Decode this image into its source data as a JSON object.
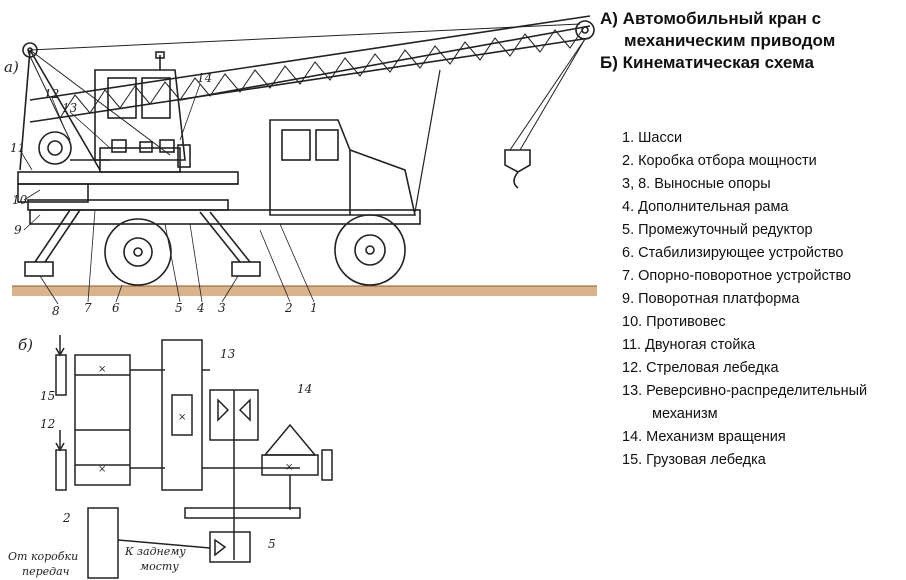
{
  "title": {
    "line1": "А) Автомобильный кран с",
    "line2": "механическим приводом",
    "line3": "Б) Кинематическая схема"
  },
  "legend": [
    {
      "num": "1.",
      "text": "Шасси"
    },
    {
      "num": "2.",
      "text": "Коробка отбора мощности"
    },
    {
      "num": "3, 8.",
      "text": "Выносные опоры"
    },
    {
      "num": "4.",
      "text": "Дополнительная рама"
    },
    {
      "num": "5.",
      "text": "Промежуточный редуктор"
    },
    {
      "num": "6.",
      "text": "Стабилизирующее устройство"
    },
    {
      "num": "7.",
      "text": "Опорно-поворотное устройство"
    },
    {
      "num": "9.",
      "text": "Поворотная платформа"
    },
    {
      "num": "10.",
      "text": "Противовес"
    },
    {
      "num": "11.",
      "text": "Двуногая стойка"
    },
    {
      "num": "12.",
      "text": "Стреловая лебедка"
    },
    {
      "num": "13.",
      "text": "Реверсивно-распределительный",
      "cont": "механизм"
    },
    {
      "num": "14.",
      "text": "Механизм вращения"
    },
    {
      "num": "15.",
      "text": "Грузовая лебедка"
    }
  ],
  "drawing_a": {
    "panel_label": "а)",
    "callouts": [
      "12",
      "13",
      "14",
      "11",
      "10",
      "9",
      "8",
      "7",
      "6",
      "5",
      "4",
      "3",
      "2",
      "1"
    ]
  },
  "drawing_b": {
    "panel_label": "б)",
    "callouts": [
      "15",
      "12",
      "13",
      "14",
      "2",
      "5"
    ],
    "from_gearbox_line1": "От коробки",
    "from_gearbox_line2": "передач",
    "to_rear_axle_line1": "К заднему",
    "to_rear_axle_line2": "мосту"
  }
}
